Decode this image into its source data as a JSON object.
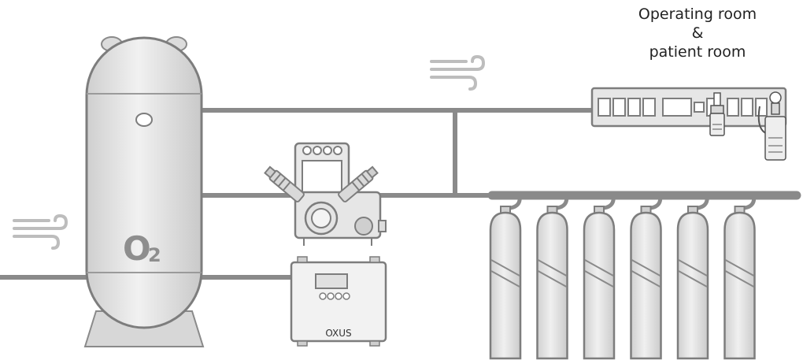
{
  "room_label": {
    "line1": "Operating room",
    "line2": "&",
    "line3": "patient room"
  },
  "tank": {
    "label_main": "O",
    "label_sub": "2"
  },
  "generator": {
    "brand": "OXUS"
  },
  "colors": {
    "pipe": "#8a8a8a",
    "outline": "#7d7d7d",
    "fill_light": "#e2e2e2",
    "fill_mid": "#c8c8c8",
    "airflow": "#bdbdbd"
  },
  "cylinders": {
    "count": 6
  }
}
